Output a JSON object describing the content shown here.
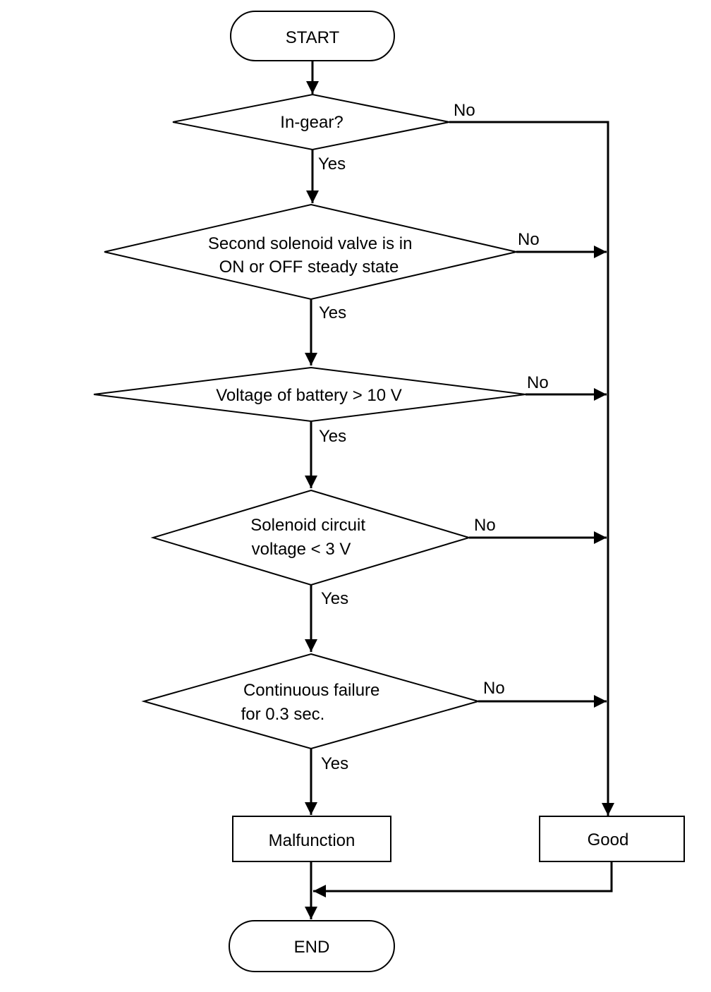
{
  "flowchart": {
    "start": "START",
    "end": "END",
    "decisions": {
      "in_gear": "In-gear?",
      "solenoid_state": [
        "Second solenoid valve is in",
        "ON or OFF steady state"
      ],
      "battery_voltage": "Voltage of battery > 10 V",
      "circuit_voltage": [
        "Solenoid circuit",
        "voltage < 3 V"
      ],
      "continuous_failure": [
        "Continuous failure",
        "for 0.3 sec."
      ]
    },
    "results": {
      "malfunction": "Malfunction",
      "good": "Good"
    },
    "branch_labels": {
      "yes": "Yes",
      "no": "No"
    }
  }
}
